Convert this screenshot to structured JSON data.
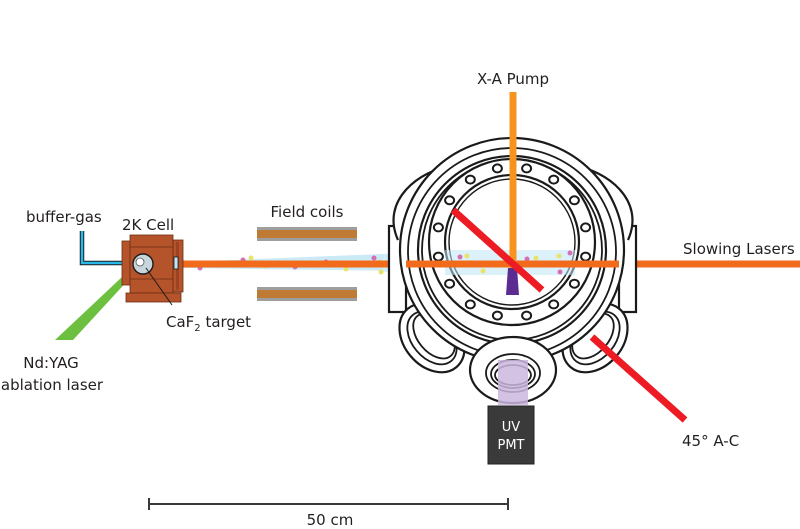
{
  "labels": {
    "buffer_gas": "buffer-gas",
    "cell": "2K Cell",
    "target_main": "CaF",
    "target_sub": "2",
    "target_rest": " target",
    "field_coils": "Field coils",
    "nd_yag_line1": "Nd:YAG",
    "nd_yag_line2": "ablation laser",
    "xa_pump": "X-A Pump",
    "slowing_lasers": "Slowing Lasers",
    "angled_beam": "45° A-C",
    "pmt_line1": "UV",
    "pmt_line2": "PMT",
    "scale_bar": "50 cm"
  },
  "colors": {
    "slowing_laser": "#f26a1b",
    "pump_laser": "#f7941d",
    "ac_laser": "#ed1c24",
    "ablation_laser": "#6cbf3f",
    "molecular_beam": "#bfe6f5",
    "buffer_gas_line": "#29b6e8",
    "cell_body": "#b5532a",
    "coil": "#bf7a33",
    "coil_rail": "#9e9e9e",
    "fluorescence": "#5b2d91",
    "pmt_body": "#3a3a3a",
    "pmt_glow": "#cdb7e0"
  },
  "molecules": {
    "colors": [
      "#d36fb5",
      "#e8e36a"
    ]
  }
}
